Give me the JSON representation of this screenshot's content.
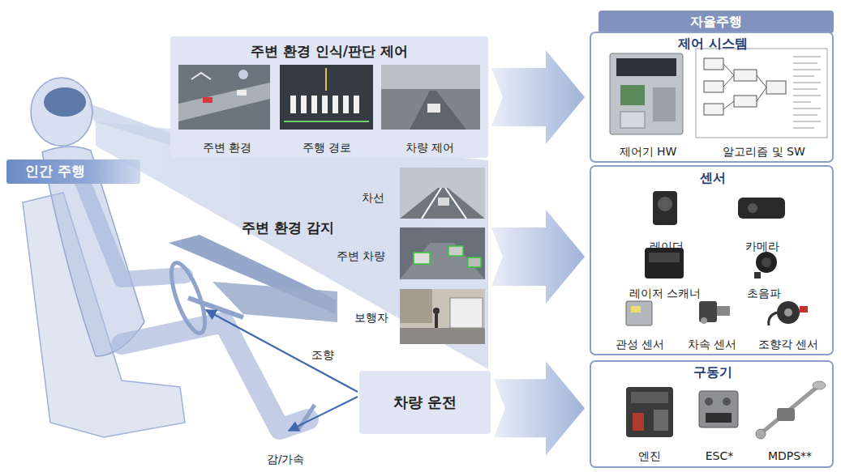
{
  "diagram": {
    "nodes": [
      {
        "text": [
          "인간 주행"
        ]
      },
      {
        "text": [
          "주변 환경 인식/판단 제어",
          "주변 환경",
          "주행 경로",
          "차량 제어"
        ]
      },
      {
        "text": [
          "주변 환경 감지",
          "차선",
          "주변 차량",
          "보행자"
        ]
      },
      {
        "text": [
          "차량 운전"
        ]
      },
      {
        "text": [
          "자율주행"
        ]
      },
      {
        "text": [
          "제어 시스템",
          "제어기 HW",
          "알고리즘 및 SW"
        ]
      },
      {
        "text": [
          "센서",
          "레이더",
          "카메라",
          "레이저 스캐너",
          "초음파",
          "관성 센서",
          "차속 센서",
          "조향각 센서"
        ]
      },
      {
        "text": [
          "구동기",
          "엔진",
          "ESC*",
          "MDPS**"
        ]
      }
    ],
    "edges": [
      {
        "from": 1,
        "to": 5,
        "arrow": "to"
      },
      {
        "from": 2,
        "to": 6,
        "arrow": "to"
      },
      {
        "from": 3,
        "to": 7,
        "arrow": "to"
      }
    ],
    "labels": [
      "조향",
      "감/가속"
    ]
  }
}
